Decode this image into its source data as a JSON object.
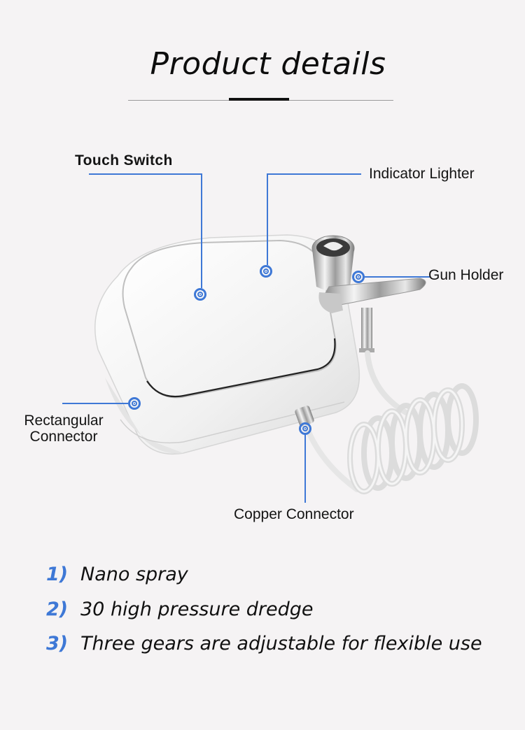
{
  "title": "Product details",
  "colors": {
    "background": "#f5f3f4",
    "accent_blue": "#3e78d6",
    "text": "#111111"
  },
  "callouts": {
    "touch_switch": "Touch Switch",
    "indicator_lighter": "Indicator Lighter",
    "gun_holder": "Gun Holder",
    "rectangular_connector_line1": "Rectangular",
    "rectangular_connector_line2": "Connector",
    "copper_connector": "Copper Connector"
  },
  "features": [
    {
      "num": "1)",
      "text": "Nano spray"
    },
    {
      "num": "2)",
      "text": "30 high pressure dredge"
    },
    {
      "num": "3)",
      "text": "Three gears are adjustable for flexible use"
    }
  ],
  "product_image": {
    "subject": "white square airbrush compressor with chrome spray gun and coiled hose"
  }
}
